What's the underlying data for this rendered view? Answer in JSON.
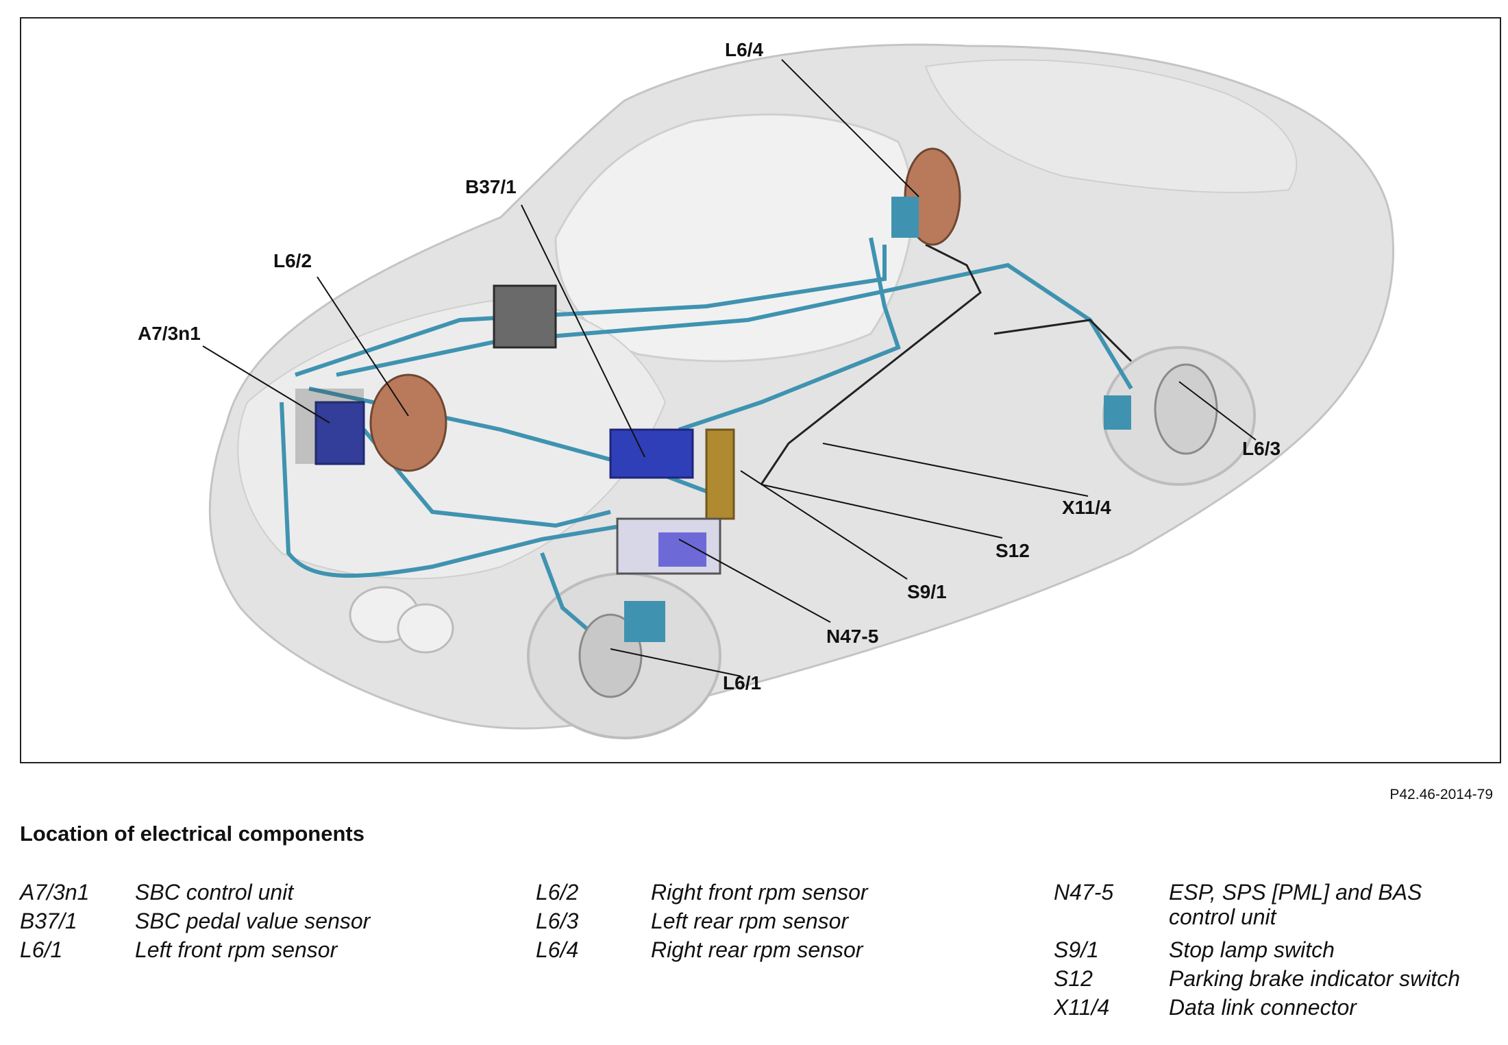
{
  "figure_id": "P42.46-2014-79",
  "legend_title": "Location of electrical components",
  "callouts": {
    "L6_4": "L6/4",
    "B37_1": "B37/1",
    "L6_2": "L6/2",
    "A7_3n1": "A7/3n1",
    "L6_3": "L6/3",
    "X11_4": "X11/4",
    "S12": "S12",
    "S9_1": "S9/1",
    "N47_5": "N47-5",
    "L6_1": "L6/1"
  },
  "legend": {
    "col1": [
      {
        "code": "A7/3n1",
        "desc": "SBC control unit"
      },
      {
        "code": "B37/1",
        "desc": "SBC pedal value sensor"
      },
      {
        "code": "L6/1",
        "desc": "Left front rpm sensor"
      }
    ],
    "col2": [
      {
        "code": "L6/2",
        "desc": "Right front rpm sensor"
      },
      {
        "code": "L6/3",
        "desc": "Left rear rpm sensor"
      },
      {
        "code": "L6/4",
        "desc": "Right rear rpm sensor"
      }
    ],
    "col3": [
      {
        "code": "N47-5",
        "desc": "ESP, SPS [PML] and BAS control unit"
      },
      {
        "code": "S9/1",
        "desc": "Stop lamp switch"
      },
      {
        "code": "S12",
        "desc": "Parking brake indicator switch"
      },
      {
        "code": "X11/4",
        "desc": "Data link connector"
      }
    ]
  },
  "colors": {
    "car_body": "#e3e3e3",
    "car_outline": "#c4c4c4",
    "brake_line": "#3f93b0",
    "module_blue": "#2f3fb8",
    "brake_disc": "#b87a5a",
    "leader_line": "#111111"
  }
}
